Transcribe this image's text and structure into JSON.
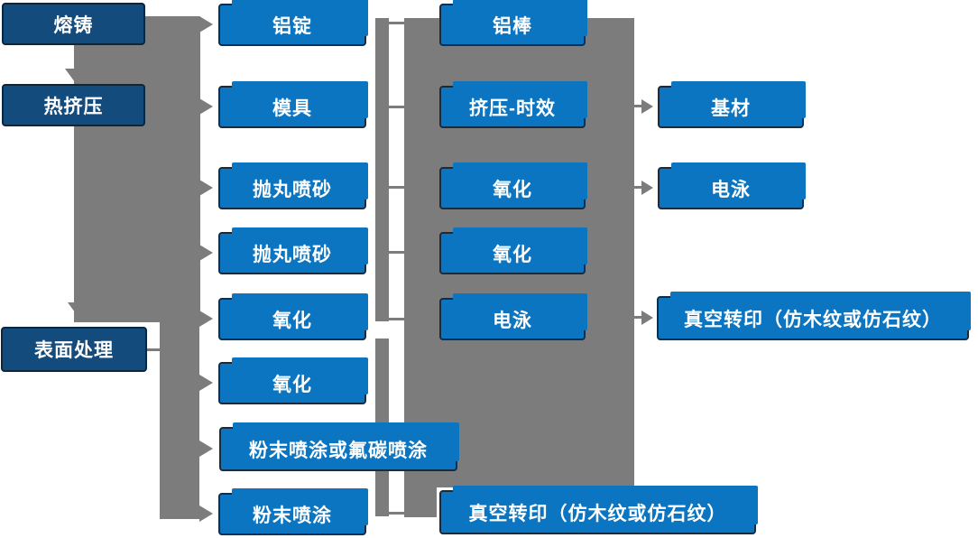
{
  "diagram": {
    "columns": {
      "stages": [
        "熔铸",
        "热挤压",
        "表面处理"
      ],
      "process1": [
        "铝锭",
        "模具",
        "抛丸喷砂",
        "抛丸喷砂",
        "氧化",
        "氧化",
        "粉末喷涂或氟碳喷涂",
        "粉末喷涂"
      ],
      "process2": [
        "铝棒",
        "挤压-时效",
        "氧化",
        "氧化",
        "电泳",
        "真空转印（仿木纹或仿石纹）"
      ],
      "finish": [
        "基材",
        "电泳",
        "真空转印（仿木纹或仿石纹）"
      ]
    },
    "colors": {
      "box_blue": "#0b75c1",
      "box_dark_blue": "#134b7d",
      "connector_gray": "#7c7c7c",
      "text_white": "#ffffff"
    }
  }
}
